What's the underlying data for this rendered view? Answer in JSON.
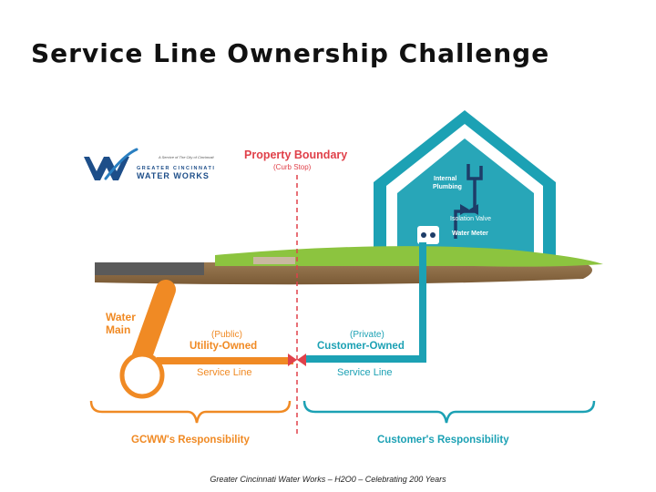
{
  "slide": {
    "title": "Service Line Ownership Challenge",
    "footer": "Greater Cincinnati Water Works – H2O0 – Celebrating 200 Years"
  },
  "logo": {
    "tagline": "A Service of The City of Cincinnati",
    "line1": "GREATER CINCINNATI",
    "line2": "WATER WORKS",
    "colors": {
      "navy": "#1d4e89",
      "blue": "#2a7fc1"
    }
  },
  "boundary": {
    "title": "Property Boundary",
    "subtitle": "(Curb Stop)"
  },
  "house": {
    "internal_plumbing": [
      "Internal",
      "Plumbing"
    ],
    "isolation_valve": "Isolation Valve",
    "water_meter": "Water Meter"
  },
  "water_main": [
    "Water",
    "Main"
  ],
  "utility_side": {
    "qualifier": "(Public)",
    "owner": "Utility-Owned",
    "service_line": "Service Line",
    "responsibility": "GCWW's Responsibility"
  },
  "customer_side": {
    "qualifier": "(Private)",
    "owner": "Customer-Owned",
    "service_line": "Service Line",
    "responsibility": "Customer's Responsibility"
  },
  "colors": {
    "orange": "#f08a24",
    "teal": "#1ca1b4",
    "boundary_red": "#e0414a",
    "grass": "#8cc43f",
    "soil": "#8a6a42",
    "navy": "#1d3d68"
  }
}
